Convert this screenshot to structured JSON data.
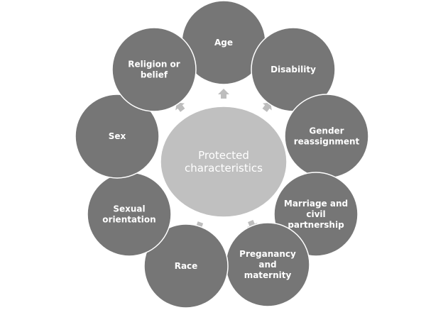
{
  "center": {
    "label": [
      "Protected",
      "characteristics"
    ],
    "color": "#c0c0c0"
  },
  "node_color": "#767676",
  "arrow_color": "#bdbdbd",
  "nodes": [
    {
      "label": [
        "Age"
      ]
    },
    {
      "label": [
        "Disability"
      ]
    },
    {
      "label": [
        "Gender",
        "reassignment"
      ]
    },
    {
      "label": [
        "Marriage and",
        "civil",
        "partnership"
      ]
    },
    {
      "label": [
        "Preganancy",
        "and",
        "maternity"
      ]
    },
    {
      "label": [
        "Race"
      ]
    },
    {
      "label": [
        "Sexual",
        "orientation"
      ]
    },
    {
      "label": [
        "Sex"
      ]
    },
    {
      "label": [
        "Religion or",
        "belief"
      ]
    }
  ]
}
